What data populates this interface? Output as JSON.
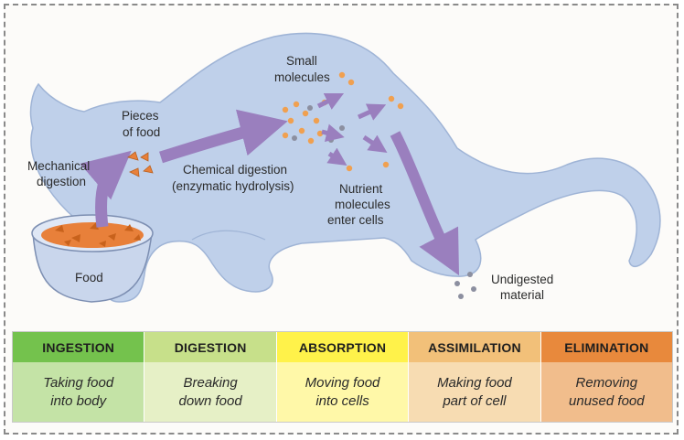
{
  "labels": {
    "pieces_of_food": [
      "Pieces",
      "of food"
    ],
    "mechanical_digestion": [
      "Mechanical",
      "digestion"
    ],
    "small_molecules": [
      "Small",
      "molecules"
    ],
    "chemical_digestion": [
      "Chemical digestion",
      "(enzymatic hydrolysis)"
    ],
    "nutrient_molecules": [
      "Nutrient",
      "molecules",
      "enter cells"
    ],
    "food": "Food",
    "undigested_material": [
      "Undigested",
      "material"
    ]
  },
  "stages": [
    {
      "title": "INGESTION",
      "desc": "Taking food\ninto body",
      "head_color": "#74c24d",
      "body_color": "#c4e3a6"
    },
    {
      "title": "DIGESTION",
      "desc": "Breaking\ndown food",
      "head_color": "#c7e08a",
      "body_color": "#e6f0c6"
    },
    {
      "title": "ABSORPTION",
      "desc": "Moving food\ninto cells",
      "head_color": "#fff24a",
      "body_color": "#fff8a8"
    },
    {
      "title": "ASSIMILATION",
      "desc": "Making food\npart of cell",
      "head_color": "#f2c079",
      "body_color": "#f7dcb2"
    },
    {
      "title": "ELIMINATION",
      "desc": "Removing\nunused food",
      "head_color": "#e8893c",
      "body_color": "#f1bd8c"
    }
  ],
  "colors": {
    "cat_body": "#bfd0ea",
    "cat_outline": "#9fb4d6",
    "arrow": "#9a7fbe",
    "food_orange": "#e8803a",
    "molecule_orange": "#f0a050",
    "molecule_gray": "#8c8fa0"
  }
}
